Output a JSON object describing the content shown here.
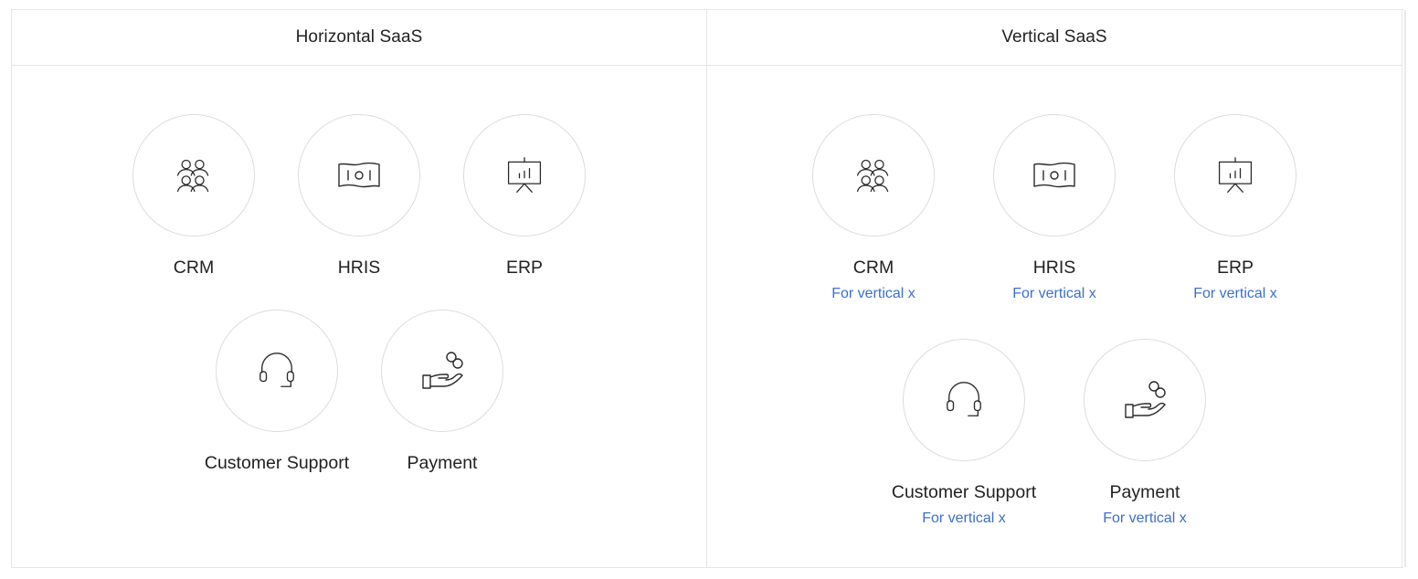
{
  "panels": {
    "horizontal": {
      "title": "Horizontal SaaS",
      "tiles": [
        {
          "label": "CRM",
          "icon": "people-group-icon"
        },
        {
          "label": "HRIS",
          "icon": "money-bill-icon"
        },
        {
          "label": "ERP",
          "icon": "presentation-board-icon"
        },
        {
          "label": "Customer Support",
          "icon": "headset-icon"
        },
        {
          "label": "Payment",
          "icon": "hand-coins-icon"
        }
      ]
    },
    "vertical": {
      "title": "Vertical SaaS",
      "tiles": [
        {
          "label": "CRM",
          "sublabel": "For vertical x",
          "icon": "people-group-icon"
        },
        {
          "label": "HRIS",
          "sublabel": "For vertical x",
          "icon": "money-bill-icon"
        },
        {
          "label": "ERP",
          "sublabel": "For vertical x",
          "icon": "presentation-board-icon"
        },
        {
          "label": "Customer Support",
          "sublabel": "For vertical x",
          "icon": "headset-icon"
        },
        {
          "label": "Payment",
          "sublabel": "For vertical x",
          "icon": "hand-coins-icon"
        }
      ]
    }
  },
  "colors": {
    "link": "#3b6fd0",
    "border": "#e6e6e6",
    "circle_border": "#dcdcdc",
    "text": "#222222"
  }
}
